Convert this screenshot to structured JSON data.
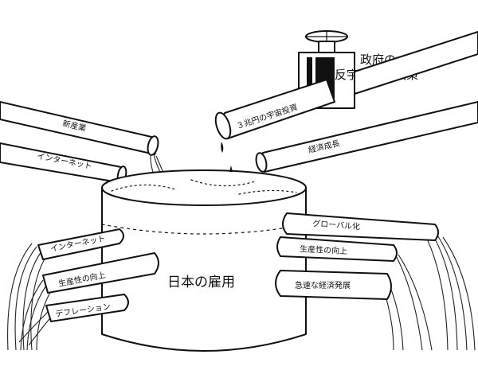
{
  "labels": {
    "policy_line1": "政府の",
    "policy_line2": "反宇宙旅行政策",
    "inflow_new_industry": "新産業",
    "inflow_internet": "インターネット",
    "inflow_space_investment": "３兆円の宇宙投資",
    "inflow_economic_growth": "経済成長",
    "bucket_title": "日本の雇用",
    "outflow_left_internet": "インターネット",
    "outflow_left_productivity": "生産性の向上",
    "outflow_left_deflation": "デフレーション",
    "outflow_right_globalization": "グローバル化",
    "outflow_right_productivity": "生産性の向上",
    "outflow_right_rapid_growth": "急速な経済発展"
  }
}
